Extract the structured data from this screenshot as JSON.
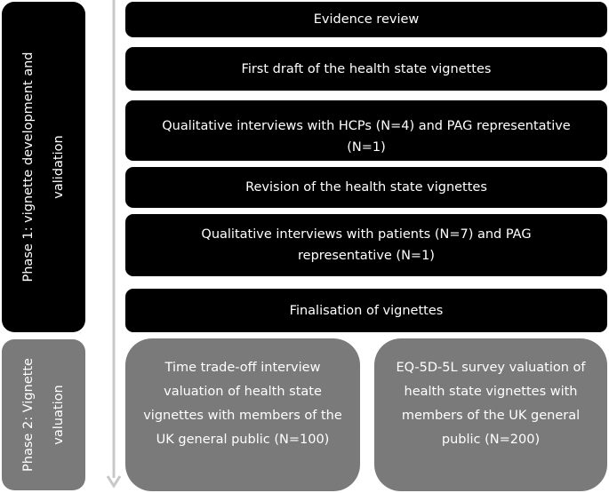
{
  "phases": {
    "phase1": "Phase 1: vignette development and\nvalidation",
    "phase2": "Phase 2: Vignette\nvaluation"
  },
  "steps": [
    "Evidence review",
    "First draft of the health state vignettes",
    "Qualitative interviews with HCPs (N=4) and PAG representative (N=1)",
    "Revision of the health state vignettes",
    "Qualitative interviews with patients (N=7) and PAG representative (N=1)",
    "Finalisation of vignettes"
  ],
  "valuation": [
    "Time trade-off interview valuation of health state vignettes with members of the UK general public (N=100)",
    "EQ-5D-5L survey valuation of health state vignettes with members of the UK general public (N=200)"
  ],
  "colors": {
    "phase1": "#000000",
    "phase2": "#7a7a7a",
    "arrow": "#c8c8c8"
  }
}
